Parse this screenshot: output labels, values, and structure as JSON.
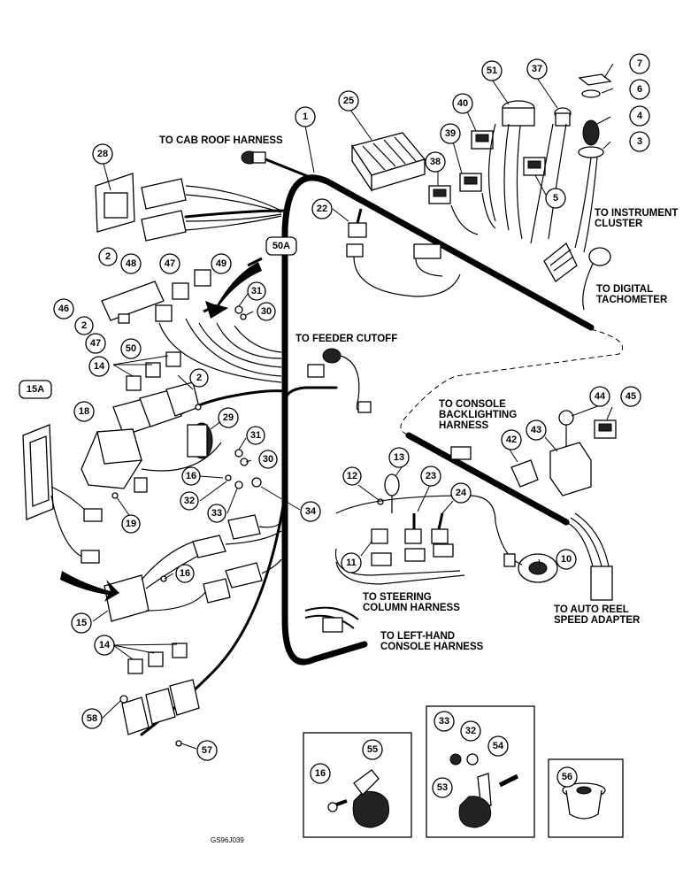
{
  "labels": {
    "cab_roof": "TO CAB ROOF HARNESS",
    "instrument_1": "TO INSTRUMENT",
    "instrument_2": "CLUSTER",
    "tach_1": "TO DIGITAL",
    "tach_2": "TACHOMETER",
    "feeder": "TO FEEDER CUTOFF",
    "console_1": "TO CONSOLE",
    "console_2": "BACKLIGHTING",
    "console_3": "HARNESS",
    "steering_1": "TO STEERING",
    "steering_2": "COLUMN HARNESS",
    "lefthand_1": "TO LEFT-HAND",
    "lefthand_2": "CONSOLE HARNESS",
    "reel_1": "TO AUTO REEL",
    "reel_2": "SPEED ADAPTER",
    "code": "GS96J039"
  },
  "callouts": {
    "c1": "1",
    "c2a": "2",
    "c2b": "2",
    "c2c": "2",
    "c3": "3",
    "c4": "4",
    "c5": "5",
    "c6": "6",
    "c7": "7",
    "c10": "10",
    "c11": "11",
    "c12": "12",
    "c13": "13",
    "c14a": "14",
    "c14b": "14",
    "c15": "15",
    "c15a": "15A",
    "c16a": "16",
    "c16b": "16",
    "c16c": "16",
    "c18": "18",
    "c19": "19",
    "c22": "22",
    "c23": "23",
    "c24": "24",
    "c25": "25",
    "c28": "28",
    "c29": "29",
    "c30a": "30",
    "c30b": "30",
    "c31a": "31",
    "c31b": "31",
    "c32a": "32",
    "c32b": "32",
    "c33a": "33",
    "c33b": "33",
    "c34": "34",
    "c37": "37",
    "c38": "38",
    "c39": "39",
    "c40": "40",
    "c42": "42",
    "c43": "43",
    "c44": "44",
    "c45": "45",
    "c46": "46",
    "c47a": "47",
    "c47b": "47",
    "c48": "48",
    "c49": "49",
    "c50": "50",
    "c50a": "50A",
    "c51": "51",
    "c53": "53",
    "c54": "54",
    "c55": "55",
    "c56": "56",
    "c57": "57",
    "c58": "58"
  }
}
